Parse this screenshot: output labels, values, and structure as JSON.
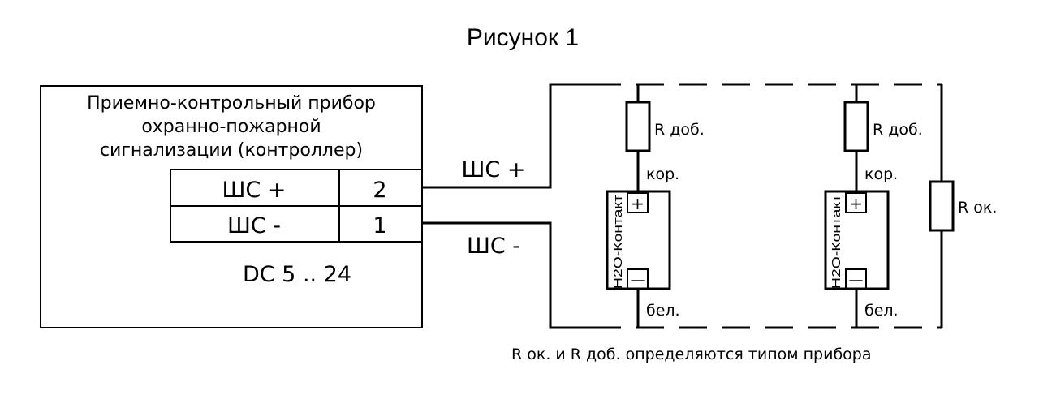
{
  "title": "Рисунок 1",
  "controller": {
    "name_lines": [
      "Приемно-контрольный прибор",
      "охранно-пожарной",
      "сигнализации (контроллер)"
    ],
    "terminals": [
      {
        "label": "ШС +",
        "number": "2"
      },
      {
        "label": "ШС -",
        "number": "1"
      }
    ],
    "voltage": "DC 5 .. 24"
  },
  "loop_labels": {
    "plus": "ШС +",
    "minus": "ШС -"
  },
  "sensors": [
    {
      "resistor_label": "R доб.",
      "wire_top": "кор.",
      "wire_bottom": "бел.",
      "device_name": "H2O-Контакт",
      "plus": "+",
      "minus": "—"
    },
    {
      "resistor_label": "R доб.",
      "wire_top": "кор.",
      "wire_bottom": "бел.",
      "device_name": "H2O-Контакт",
      "plus": "+",
      "minus": "—"
    }
  ],
  "end_resistor": "R ок.",
  "footnote": "R ок. и R доб. определяются типом прибора"
}
